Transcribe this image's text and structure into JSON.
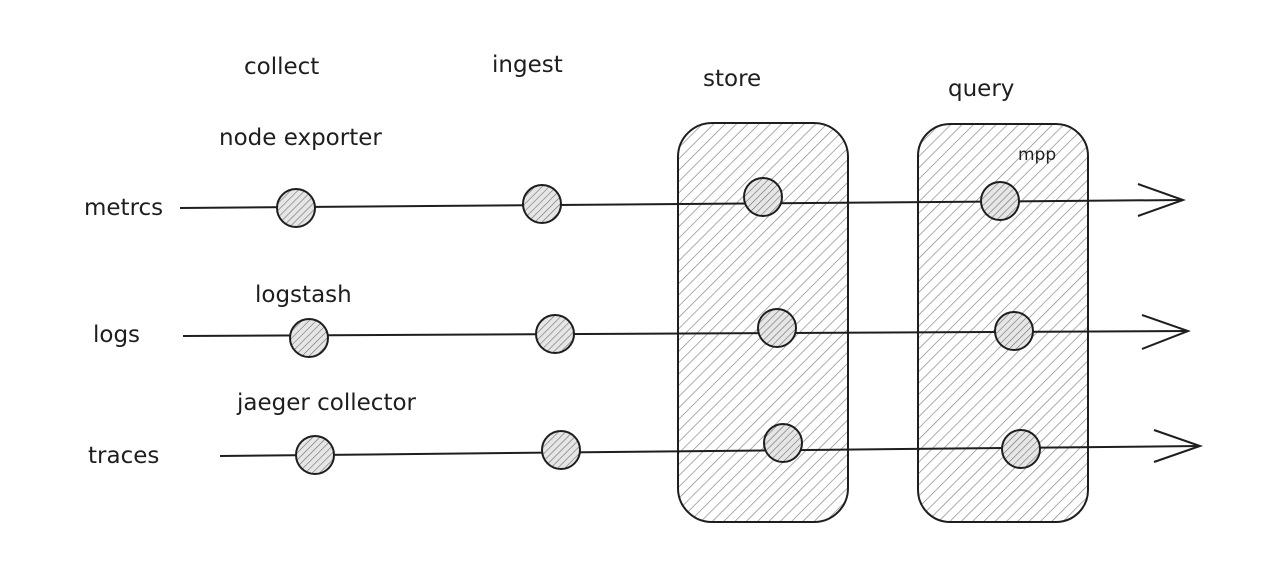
{
  "stages": {
    "collect": "collect",
    "ingest": "ingest",
    "store": "store",
    "query": "query"
  },
  "signals": {
    "metrics": "metrcs",
    "logs": "logs",
    "traces": "traces"
  },
  "collectors": {
    "node_exporter": "node exporter",
    "logstash": "logstash",
    "jaeger_collector": "jaeger collector"
  },
  "query_note": "mpp",
  "colors": {
    "stroke": "#1e1e1e",
    "hatch": "#8a8a8a",
    "node_fill": "#dcdcdc"
  }
}
